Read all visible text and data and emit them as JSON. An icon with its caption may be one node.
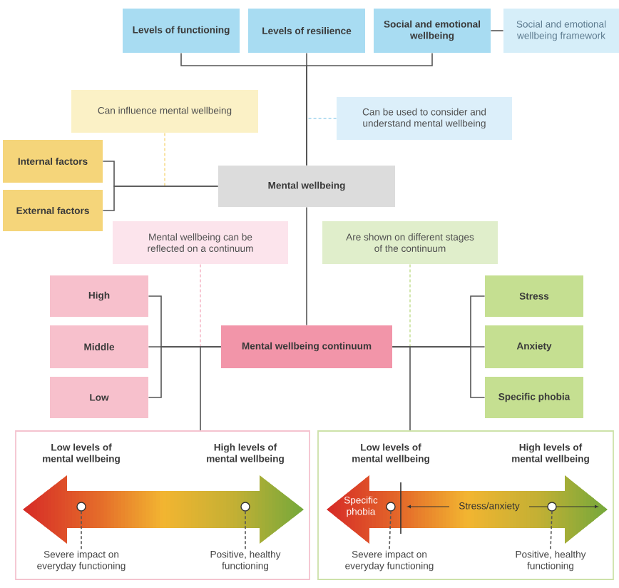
{
  "diagram": {
    "nodes": [
      {
        "text": [
          "Levels of functioning"
        ]
      },
      {
        "text": [
          "Levels of resilience"
        ]
      },
      {
        "text": [
          "Social and emotional wellbeing"
        ]
      },
      {
        "text": [
          "Social and emotional wellbeing framework"
        ]
      },
      {
        "text": [
          "Can influence mental wellbeing"
        ]
      },
      {
        "text": [
          "Can be used to consider and understand mental wellbeing"
        ]
      },
      {
        "text": [
          "Internal factors"
        ]
      },
      {
        "text": [
          "External factors"
        ]
      },
      {
        "text": [
          "Mental wellbeing"
        ]
      },
      {
        "text": [
          "Mental wellbeing can be reflected on a continuum"
        ]
      },
      {
        "text": [
          "Are shown on different stages of the continuum"
        ]
      },
      {
        "text": [
          "High"
        ]
      },
      {
        "text": [
          "Middle"
        ]
      },
      {
        "text": [
          "Low"
        ]
      },
      {
        "text": [
          "Mental wellbeing continuum"
        ]
      },
      {
        "text": [
          "Stress"
        ]
      },
      {
        "text": [
          "Anxiety"
        ]
      },
      {
        "text": [
          "Specific phobia"
        ]
      },
      {
        "text": [
          "Low levels of mental wellbeing",
          "High levels of mental wellbeing"
        ]
      },
      {
        "text": [],
        "shape": "arrow",
        "in": 18
      },
      {
        "text": [],
        "shape": "circle",
        "in": 19
      },
      {
        "text": [],
        "shape": "circle",
        "in": 19
      },
      {
        "text": [
          "Severe impact on everyday functioning"
        ],
        "in": 18
      },
      {
        "text": [
          "Positive, healthy functioning"
        ],
        "in": 18
      },
      {
        "text": [
          "Low levels of mental wellbeing",
          "High levels of mental wellbeing"
        ]
      },
      {
        "text": [
          "Specific phobia",
          "Stress/anxiety"
        ],
        "in": 24
      },
      {
        "text": [],
        "shape": "circle",
        "in": 25
      },
      {
        "text": [],
        "shape": "circle",
        "in": 25
      },
      {
        "text": [
          "Severe impact on everyday functioning"
        ],
        "in": 24
      },
      {
        "text": [
          "Positive, healthy functioning"
        ],
        "in": 24
      }
    ],
    "edges": [
      {
        "from": 0,
        "to": 8,
        "arrow": "none"
      },
      {
        "from": 1,
        "to": 8,
        "arrow": "none"
      },
      {
        "from": 2,
        "to": 8,
        "arrow": "none"
      },
      {
        "from": 2,
        "to": 3,
        "arrow": "none"
      },
      {
        "from": 4,
        "to": null,
        "arrow": "none",
        "style": "dashed",
        "color": "#f7dc8c"
      },
      {
        "from": 5,
        "to": null,
        "arrow": "none",
        "style": "dashed",
        "color": "#9fd3ee"
      },
      {
        "from": 6,
        "to": 8,
        "arrow": "none"
      },
      {
        "from": 7,
        "to": 8,
        "arrow": "none"
      },
      {
        "from": 8,
        "to": 14,
        "arrow": "none"
      },
      {
        "from": 9,
        "to": null,
        "arrow": "none",
        "style": "dashed",
        "color": "#f5b9c8"
      },
      {
        "from": 10,
        "to": null,
        "arrow": "none",
        "style": "dashed",
        "color": "#c8e19a"
      },
      {
        "from": 11,
        "to": 14,
        "arrow": "none"
      },
      {
        "from": 12,
        "to": 14,
        "arrow": "none"
      },
      {
        "from": 13,
        "to": 14,
        "arrow": "none"
      },
      {
        "from": 14,
        "to": 15,
        "arrow": "none"
      },
      {
        "from": 14,
        "to": 16,
        "arrow": "none"
      },
      {
        "from": 14,
        "to": 17,
        "arrow": "none"
      },
      {
        "from": 14,
        "to": 18,
        "arrow": "none"
      },
      {
        "from": 14,
        "to": 24,
        "arrow": "none"
      },
      {
        "from": 22,
        "to": 20,
        "arrow": "none",
        "style": "dashed"
      },
      {
        "from": 23,
        "to": 21,
        "arrow": "none",
        "style": "dashed"
      },
      {
        "from": 28,
        "to": 26,
        "arrow": "none",
        "style": "dashed"
      },
      {
        "from": 29,
        "to": 27,
        "arrow": "none",
        "style": "dashed"
      }
    ]
  }
}
